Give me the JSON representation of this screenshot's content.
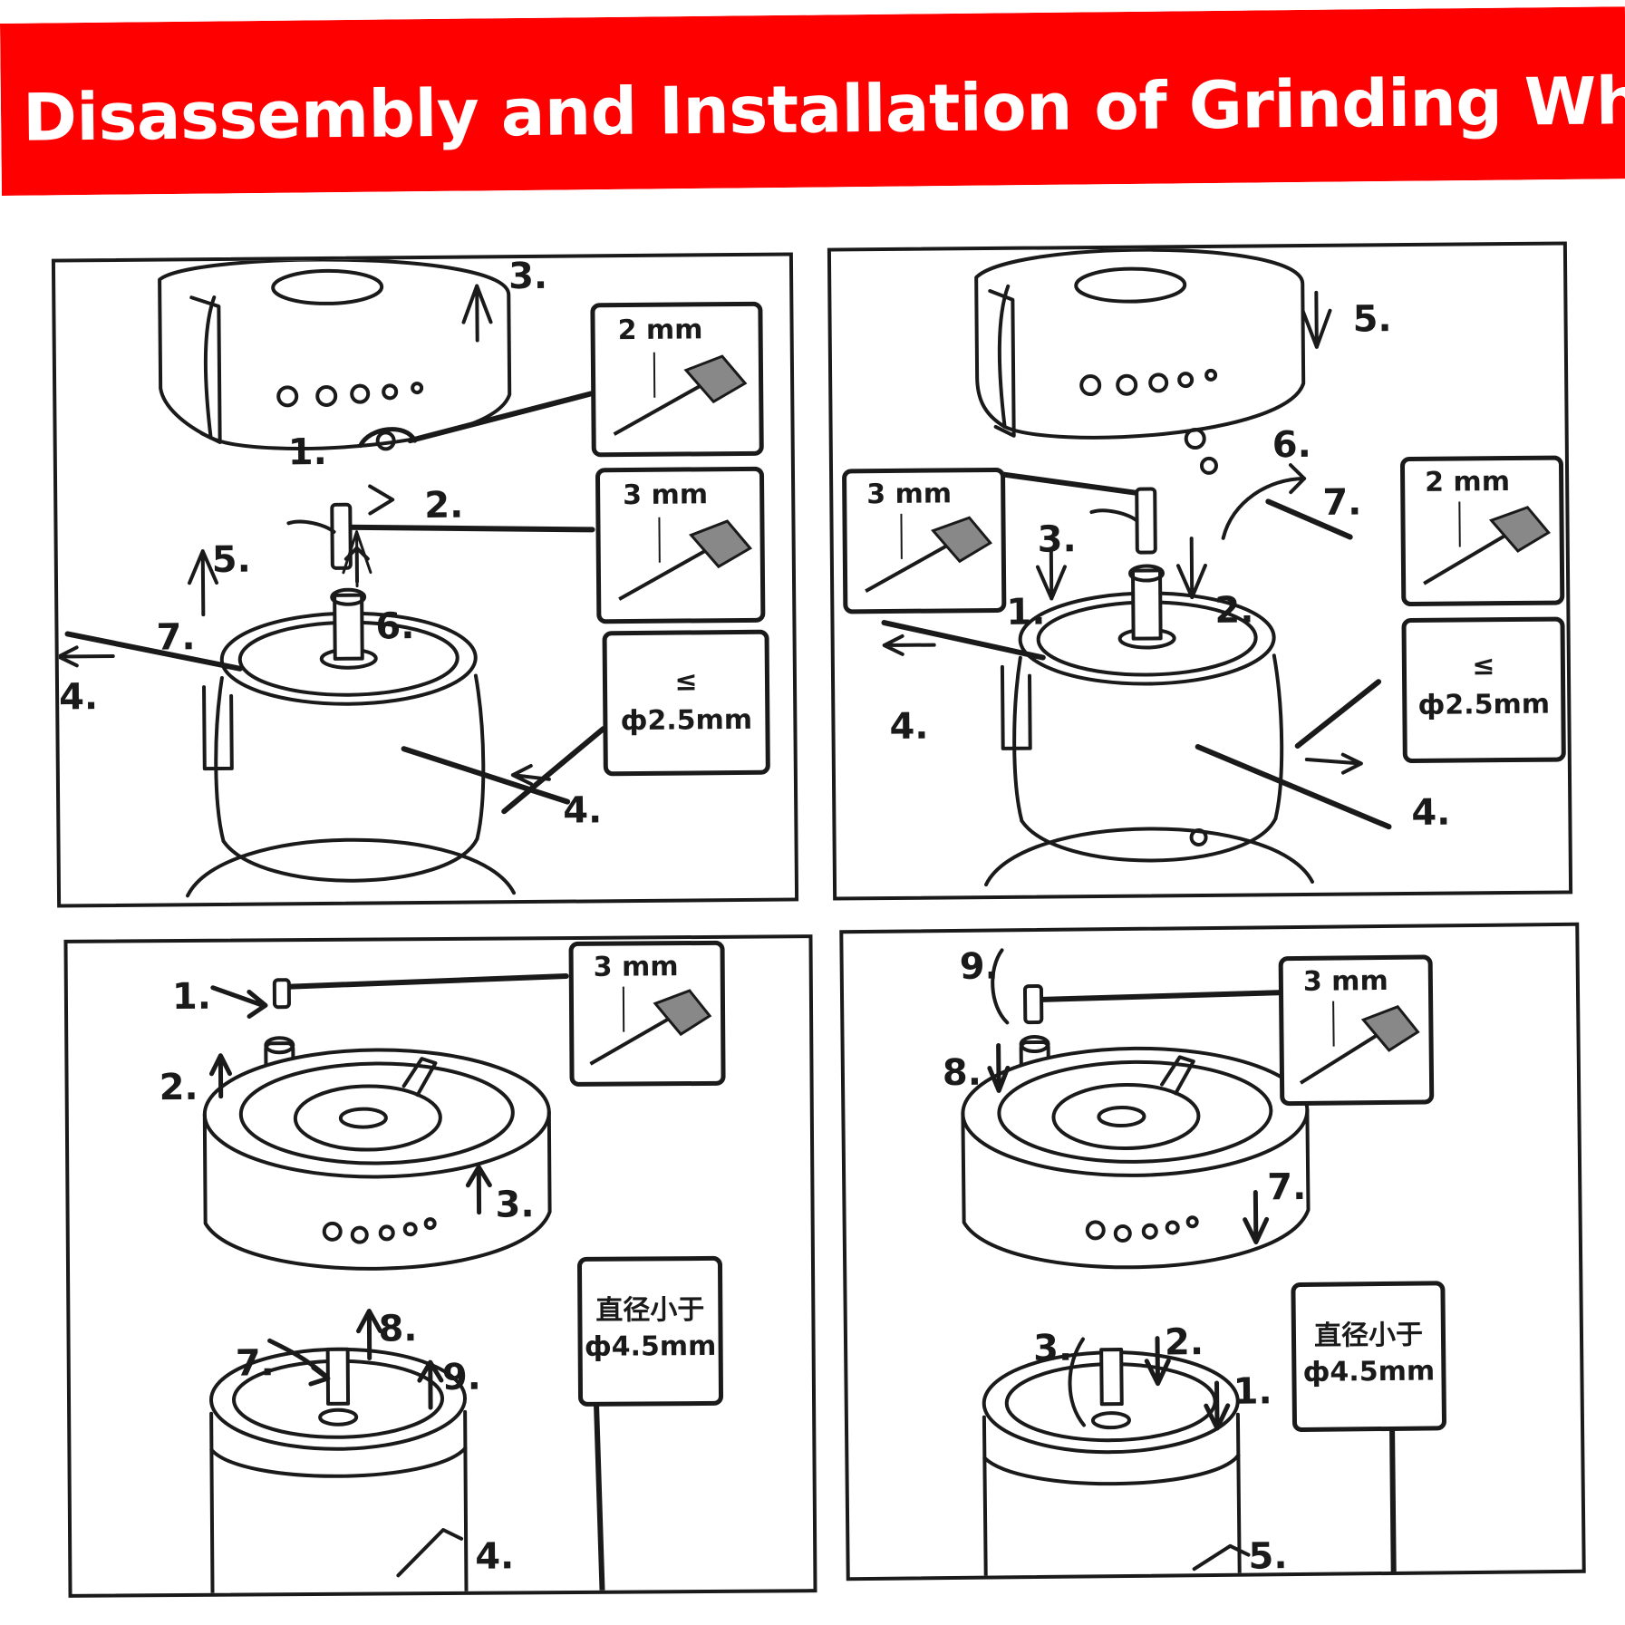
{
  "title": "Disassembly and Installation of Grinding Wheel Discs",
  "colors": {
    "banner": "#ff0000",
    "title_text": "#ffffff",
    "line": "#1a1a1a"
  },
  "panels": [
    {
      "steps": [
        "1.",
        "2.",
        "3.",
        "4.",
        "4.",
        "5.",
        "6.",
        "7."
      ],
      "callouts": [
        "2 mm",
        "3 mm"
      ],
      "note": {
        "symbol": "≤",
        "value": "ф2.5mm"
      }
    },
    {
      "steps": [
        "1.",
        "2.",
        "3.",
        "4.",
        "4.",
        "5.",
        "6.",
        "7."
      ],
      "callouts": [
        "3 mm",
        "2 mm"
      ],
      "note": {
        "symbol": "≤",
        "value": "ф2.5mm"
      }
    },
    {
      "steps": [
        "1.",
        "2.",
        "3.",
        "4.",
        "7.",
        "8.",
        "9."
      ],
      "callouts": [
        "3 mm"
      ],
      "note": {
        "line1": "直径小于",
        "line2": "ф4.5mm"
      }
    },
    {
      "steps": [
        "1.",
        "2.",
        "3.",
        "5.",
        "7.",
        "8.",
        "9."
      ],
      "callouts": [
        "3 mm"
      ],
      "note": {
        "line1": "直径小于",
        "line2": "ф4.5mm"
      }
    }
  ],
  "icons": [
    "hex-key-icon",
    "arrow-up-icon",
    "arrow-down-icon",
    "curved-arrow-icon"
  ]
}
